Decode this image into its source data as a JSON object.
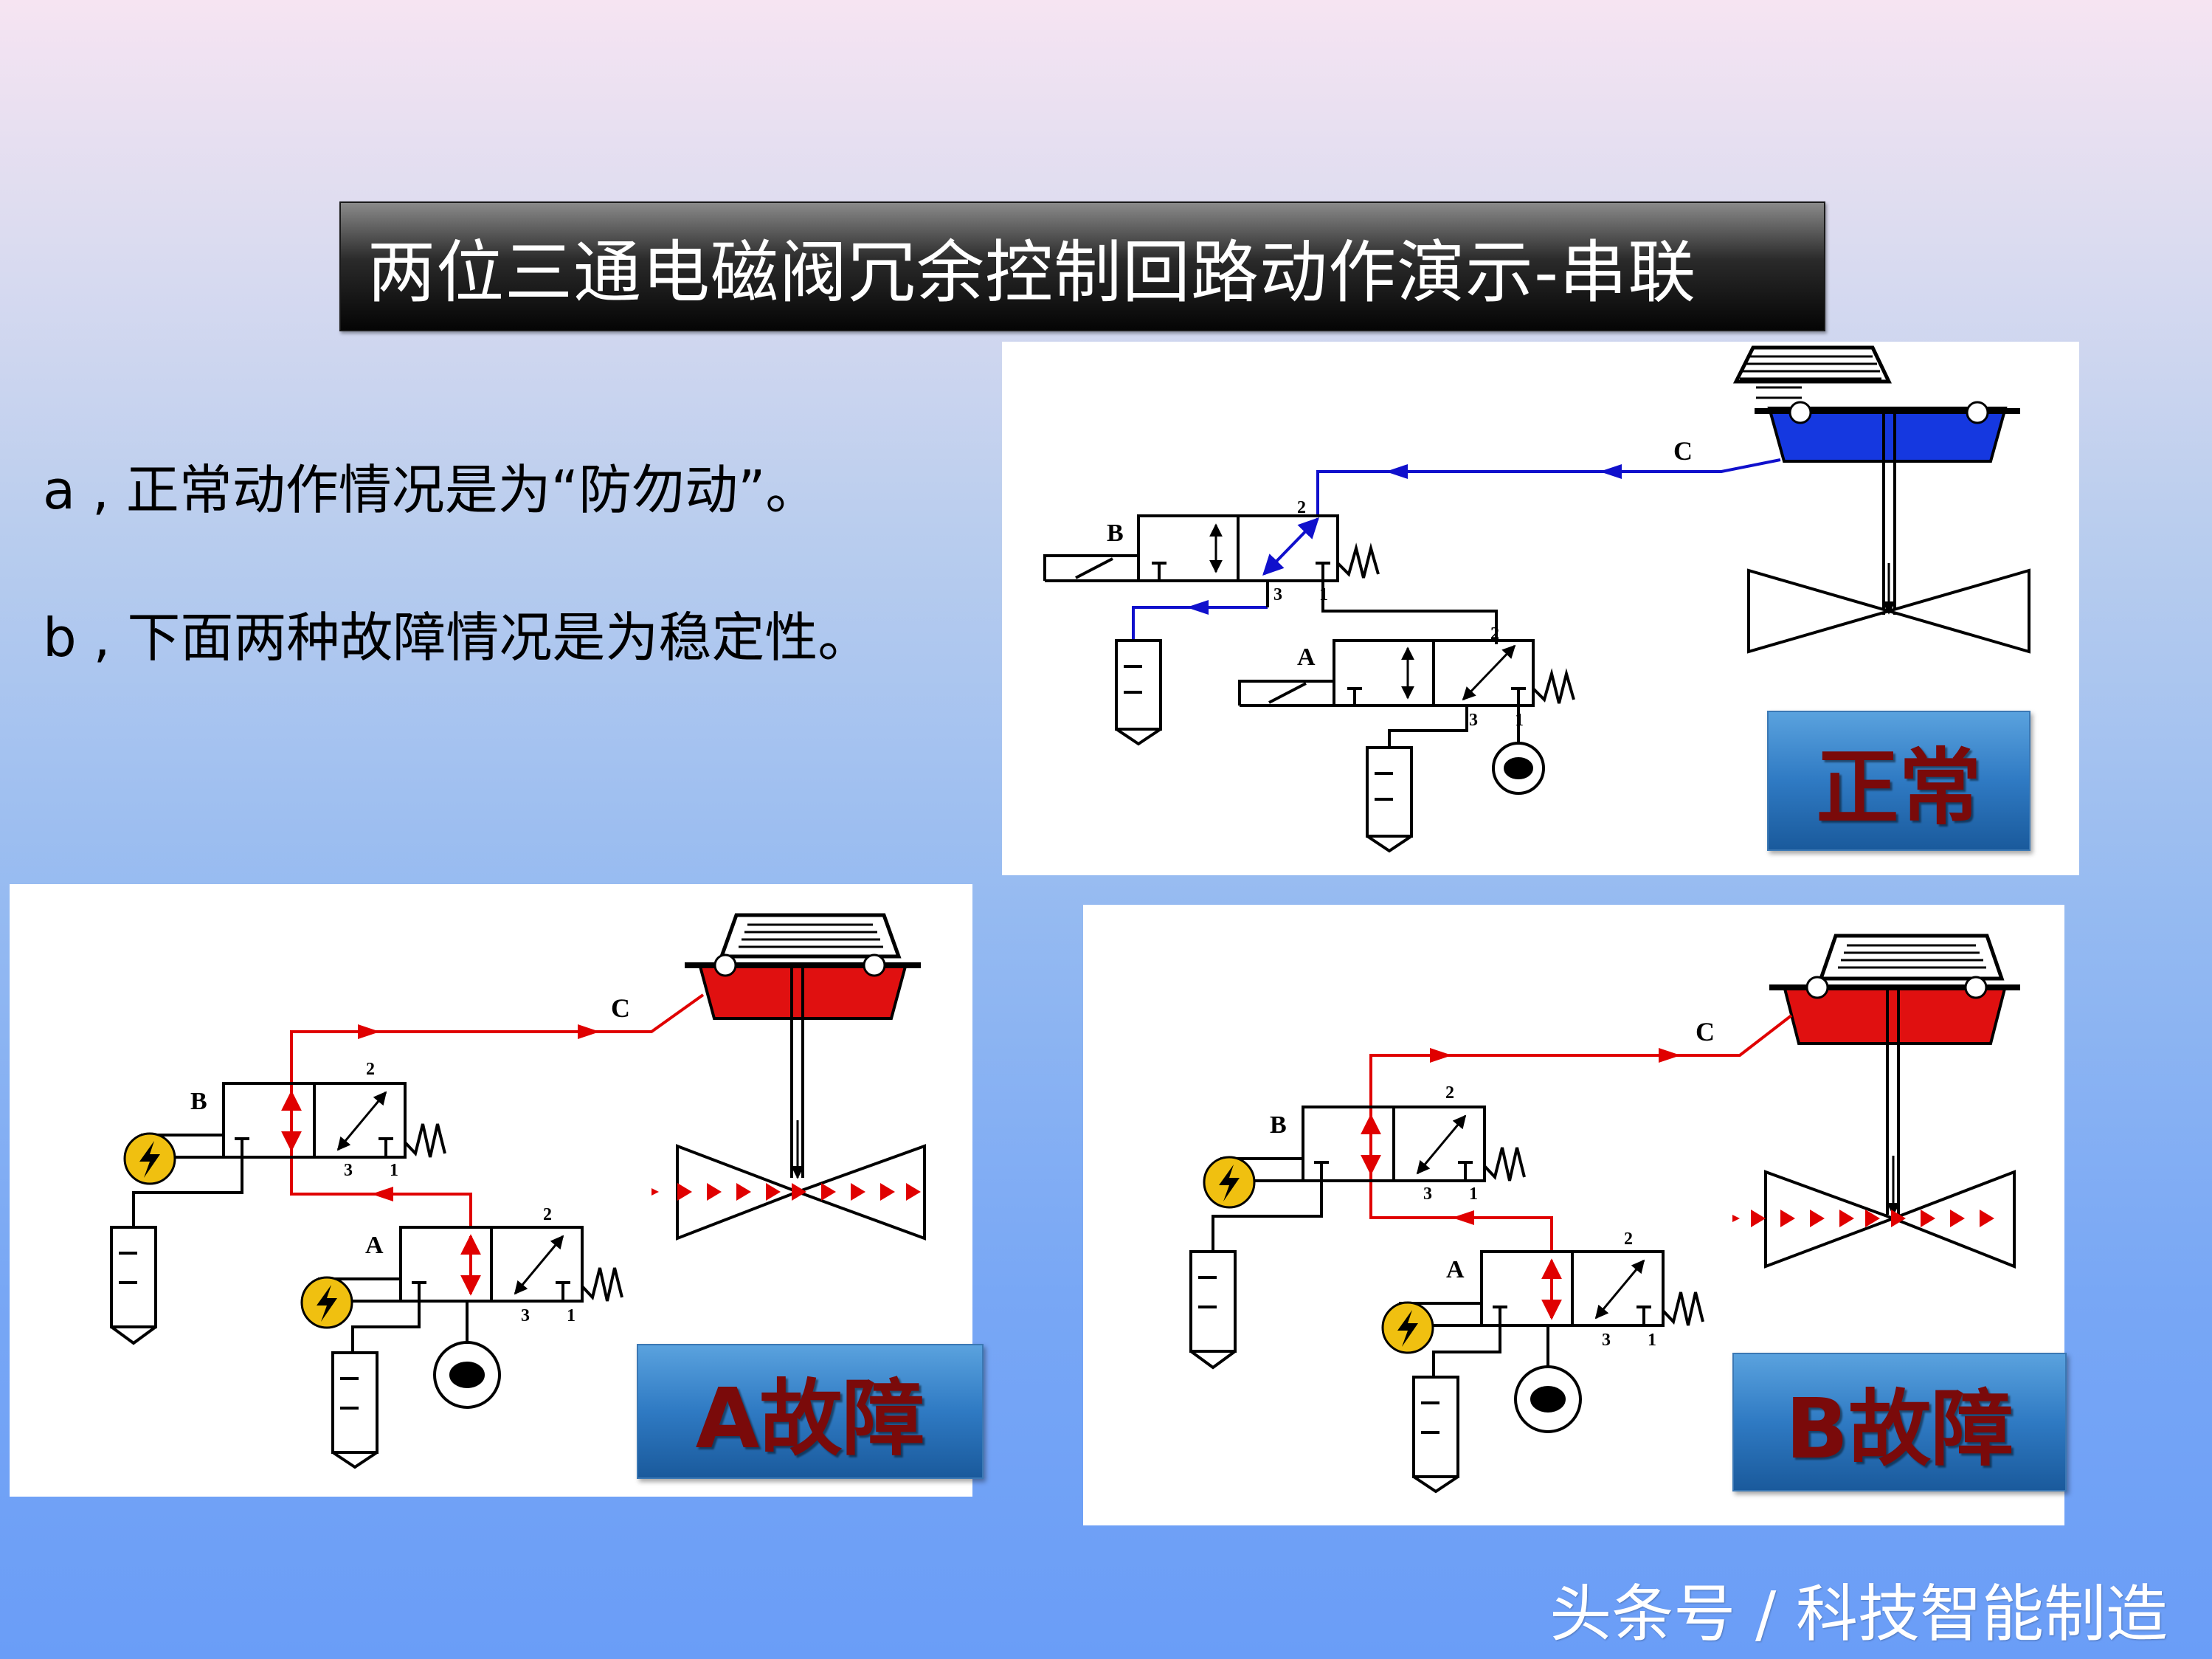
{
  "title": "两位三通电磁阀冗余控制回路动作演示-串联",
  "descriptions": {
    "a": "a , 正常动作情况是为“防勿动”。",
    "b": "b , 下面两种故障情况是为稳定性。"
  },
  "panels": {
    "normal": {
      "badge": "正常",
      "flow_color": "#1010cc",
      "actuator_color": "#1538e0",
      "labels": {
        "valve_top": "B",
        "valve_bottom": "A",
        "line": "C",
        "port2": "2",
        "port3": "3",
        "port1": "1"
      }
    },
    "fault_a": {
      "badge": "A故障",
      "flow_color": "#e00000",
      "actuator_color": "#e01010",
      "labels": {
        "valve_top": "B",
        "valve_bottom": "A",
        "line": "C",
        "port2": "2",
        "port3": "3",
        "port1": "1"
      }
    },
    "fault_b": {
      "badge": "B故障",
      "flow_color": "#e00000",
      "actuator_color": "#e01010",
      "labels": {
        "valve_top": "B",
        "valve_bottom": "A",
        "line": "C",
        "port2": "2",
        "port3": "3",
        "port1": "1"
      }
    }
  },
  "icons": {
    "fault_indicator": "lightning-bolt-icon"
  },
  "watermark": "头条号 / 科技智能制造"
}
